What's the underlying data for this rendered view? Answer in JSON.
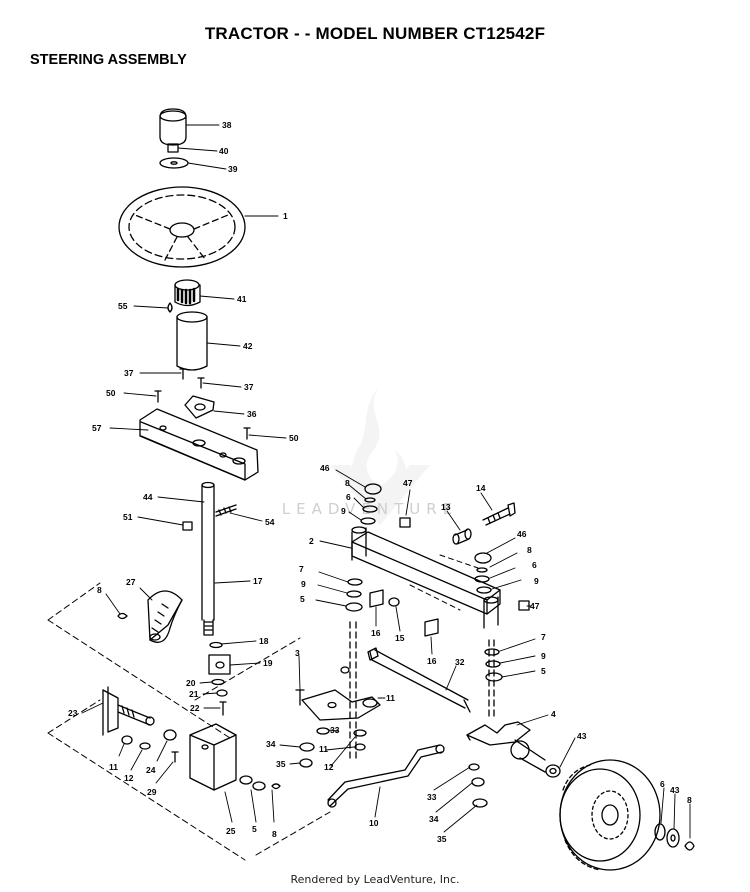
{
  "header": {
    "title": "TRACTOR - - MODEL NUMBER CT12542F",
    "section": "STEERING ASSEMBLY"
  },
  "watermark": {
    "text": "LEADVENTURE",
    "icon": "flame-v-logo-icon"
  },
  "footer": {
    "credit": "Rendered by LeadVenture, Inc."
  },
  "callouts": [
    {
      "id": "c38",
      "label": "38"
    },
    {
      "id": "c40",
      "label": "40"
    },
    {
      "id": "c39",
      "label": "39"
    },
    {
      "id": "c1",
      "label": "1"
    },
    {
      "id": "c41",
      "label": "41"
    },
    {
      "id": "c55",
      "label": "55"
    },
    {
      "id": "c42",
      "label": "42"
    },
    {
      "id": "c37a",
      "label": "37"
    },
    {
      "id": "c37b",
      "label": "37"
    },
    {
      "id": "c50a",
      "label": "50"
    },
    {
      "id": "c36",
      "label": "36"
    },
    {
      "id": "c57",
      "label": "57"
    },
    {
      "id": "c50b",
      "label": "50"
    },
    {
      "id": "c44",
      "label": "44"
    },
    {
      "id": "c51",
      "label": "51"
    },
    {
      "id": "c54",
      "label": "54"
    },
    {
      "id": "c17",
      "label": "17"
    },
    {
      "id": "c8a",
      "label": "8"
    },
    {
      "id": "c27",
      "label": "27"
    },
    {
      "id": "c18",
      "label": "18"
    },
    {
      "id": "c19",
      "label": "19"
    },
    {
      "id": "c20",
      "label": "20"
    },
    {
      "id": "c21",
      "label": "21"
    },
    {
      "id": "c22",
      "label": "22"
    },
    {
      "id": "c23",
      "label": "23"
    },
    {
      "id": "c11a",
      "label": "11"
    },
    {
      "id": "c12a",
      "label": "12"
    },
    {
      "id": "c24",
      "label": "24"
    },
    {
      "id": "c29",
      "label": "29"
    },
    {
      "id": "c25",
      "label": "25"
    },
    {
      "id": "c5a",
      "label": "5"
    },
    {
      "id": "c8b",
      "label": "8"
    },
    {
      "id": "c46a",
      "label": "46"
    },
    {
      "id": "c8c",
      "label": "8"
    },
    {
      "id": "c6a",
      "label": "6"
    },
    {
      "id": "c9a",
      "label": "9"
    },
    {
      "id": "c47a",
      "label": "47"
    },
    {
      "id": "c14",
      "label": "14"
    },
    {
      "id": "c13",
      "label": "13"
    },
    {
      "id": "c2",
      "label": "2"
    },
    {
      "id": "c46b",
      "label": "46"
    },
    {
      "id": "c8d",
      "label": "8"
    },
    {
      "id": "c6b",
      "label": "6"
    },
    {
      "id": "c9b",
      "label": "9"
    },
    {
      "id": "c7a",
      "label": "7"
    },
    {
      "id": "c9c",
      "label": "9"
    },
    {
      "id": "c5b",
      "label": "5"
    },
    {
      "id": "c47b",
      "label": "47"
    },
    {
      "id": "c16a",
      "label": "16"
    },
    {
      "id": "c15",
      "label": "15"
    },
    {
      "id": "c16b",
      "label": "16"
    },
    {
      "id": "c7b",
      "label": "7"
    },
    {
      "id": "c9d",
      "label": "9"
    },
    {
      "id": "c5c",
      "label": "5"
    },
    {
      "id": "c3",
      "label": "3"
    },
    {
      "id": "c32",
      "label": "32"
    },
    {
      "id": "c11b",
      "label": "11"
    },
    {
      "id": "c4",
      "label": "4"
    },
    {
      "id": "c34a",
      "label": "34"
    },
    {
      "id": "c33a",
      "label": "33"
    },
    {
      "id": "c35a",
      "label": "35"
    },
    {
      "id": "c11c",
      "label": "11"
    },
    {
      "id": "c12b",
      "label": "12"
    },
    {
      "id": "c43a",
      "label": "43"
    },
    {
      "id": "c10",
      "label": "10"
    },
    {
      "id": "c33b",
      "label": "33"
    },
    {
      "id": "c34b",
      "label": "34"
    },
    {
      "id": "c35b",
      "label": "35"
    },
    {
      "id": "c6c",
      "label": "6"
    },
    {
      "id": "c43b",
      "label": "43"
    },
    {
      "id": "c8e",
      "label": "8"
    }
  ]
}
